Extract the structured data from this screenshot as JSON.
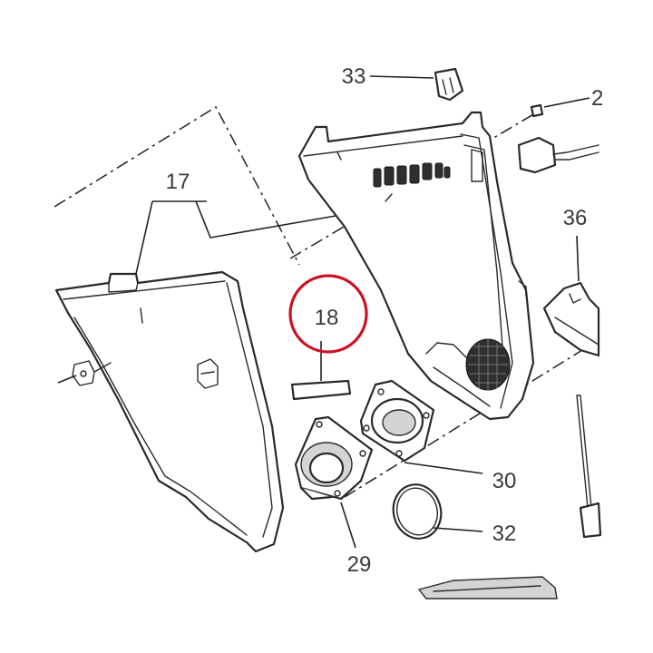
{
  "callouts": {
    "c17": "17",
    "c18": "18",
    "c29": "29",
    "c30": "30",
    "c32": "32",
    "c33": "33",
    "c36": "36",
    "c2": "2"
  },
  "colors": {
    "highlight_ring": "#cc1122",
    "line": "#2a2a2a",
    "background": "#ffffff"
  }
}
